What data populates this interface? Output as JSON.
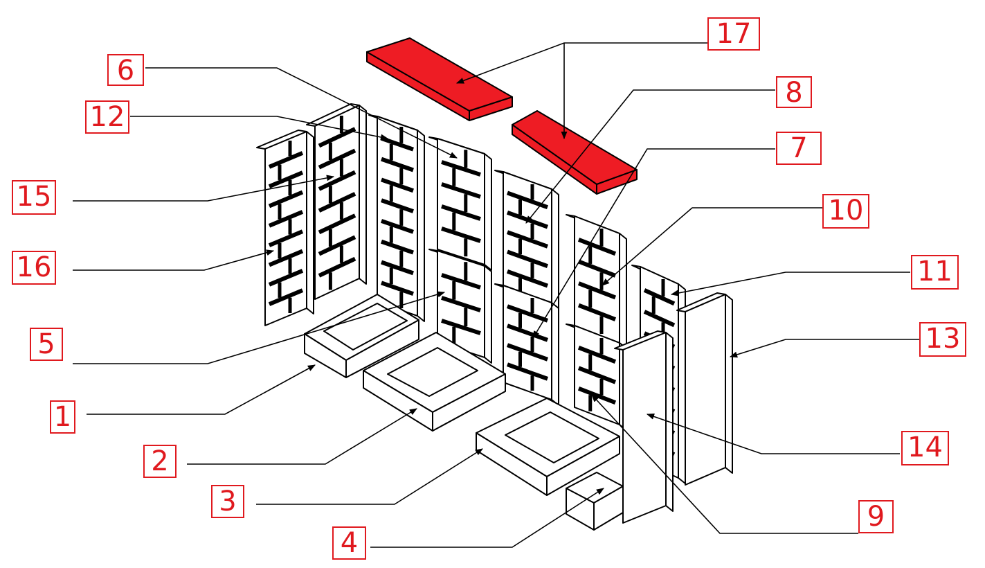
{
  "title": "Firebrick set exploded view",
  "colors": {
    "accent": "#e0191e",
    "slab": "#ee1c24",
    "line": "#000000"
  },
  "labels": [
    {
      "id": "l17",
      "text": "17"
    },
    {
      "id": "l6",
      "text": "6"
    },
    {
      "id": "l12",
      "text": "12"
    },
    {
      "id": "l8",
      "text": "8"
    },
    {
      "id": "l7",
      "text": "7"
    },
    {
      "id": "l15",
      "text": "15"
    },
    {
      "id": "l10",
      "text": "10"
    },
    {
      "id": "l16",
      "text": "16"
    },
    {
      "id": "l11",
      "text": "11"
    },
    {
      "id": "l5",
      "text": "5"
    },
    {
      "id": "l13",
      "text": "13"
    },
    {
      "id": "l1",
      "text": "1"
    },
    {
      "id": "l14",
      "text": "14"
    },
    {
      "id": "l2",
      "text": "2"
    },
    {
      "id": "l3",
      "text": "3"
    },
    {
      "id": "l9",
      "text": "9"
    },
    {
      "id": "l4",
      "text": "4"
    }
  ]
}
